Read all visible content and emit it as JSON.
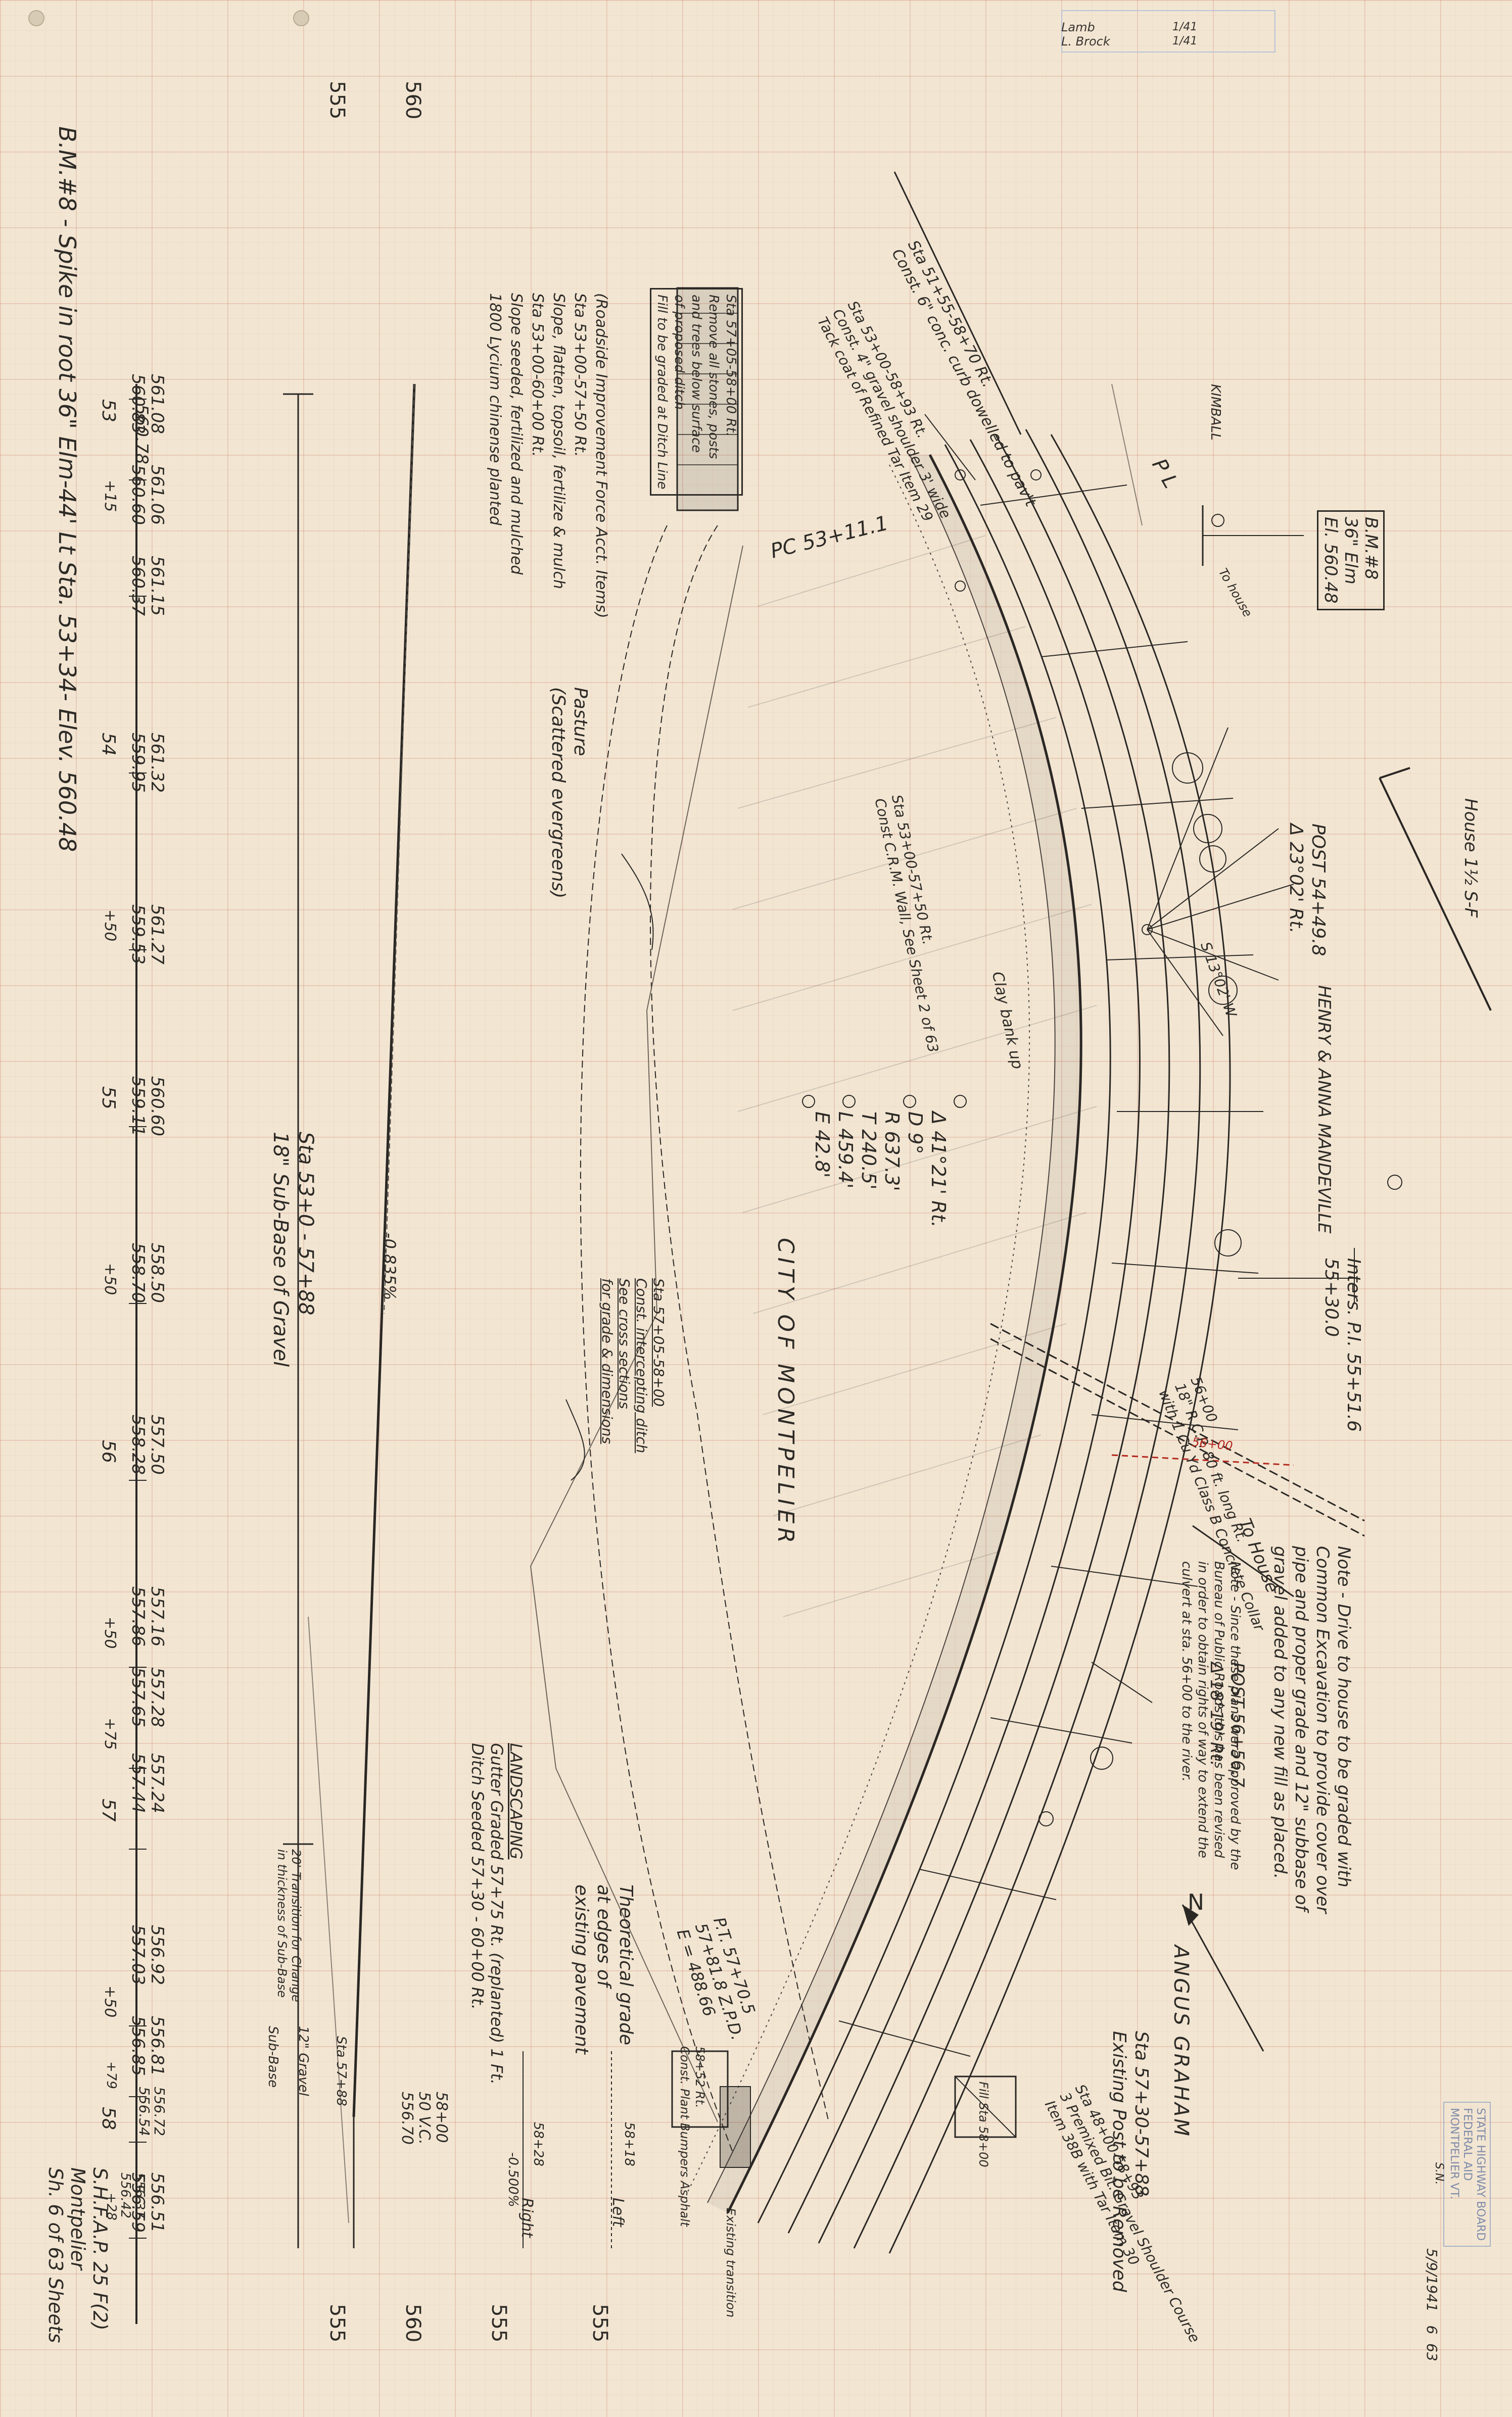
{
  "profile": {
    "bench_mark": "B.M.#8 - Spike in root 36\" Elm-44' Lt Sta. 53+34- Elev. 560.48",
    "elevation_ticks": [
      "560",
      "555"
    ],
    "stations": [
      "53",
      "+15",
      "54",
      "+50",
      "55",
      "+50",
      "56",
      "+50",
      "+75",
      "57",
      "+50",
      "+79",
      "58",
      "+28",
      "+79"
    ],
    "elev_pairs": [
      [
        "561.08",
        "560.83"
      ],
      [
        "560.78",
        ""
      ],
      [
        "561.06",
        "560.60"
      ],
      [
        "561.15",
        "560.37"
      ],
      [
        "561.32",
        "559.95"
      ],
      [
        "561.27",
        "559.53"
      ],
      [
        "560.60",
        "559.11"
      ],
      [
        "558.50",
        "558.70"
      ],
      [
        "557.50",
        "558.28"
      ],
      [
        "557.16",
        "557.86"
      ],
      [
        "557.28",
        "557.65"
      ],
      [
        "557.24",
        "557.44"
      ],
      [
        "556.92",
        "557.03"
      ],
      [
        "556.81",
        "556.85"
      ],
      [
        "556.72",
        "556.54"
      ],
      [
        "556.51",
        "556.59"
      ],
      [
        "556.37",
        "556.42"
      ]
    ],
    "subbase_label": "Sta 53+0 - 57+88",
    "subbase_desc": "18\" Sub-Base of Gravel",
    "grade_pct": "-0.835%",
    "transition_note": "20' Transition for Change in thickness of Sub-Base",
    "subbase_small": "Sub-Base",
    "gravel_12": "12\" Gravel",
    "sta_5788": "Sta 57+88",
    "sta_58": "58+00",
    "grades_right": [
      "556.70",
      "50 V.C."
    ],
    "grade_right_pct": "-0.500%",
    "sheet_ref": [
      "S.H.F.A.P. 25 F(2)",
      "Montpelier",
      "Sh. 6 of 63 Sheets"
    ],
    "theoretical_grade": "Theoretical grade at edges of existing pavement",
    "left_label": "Left",
    "right_label": "Right",
    "sta_5828": "58+28",
    "sta_5818": "58+18"
  },
  "plan": {
    "rw_box": [
      "Sta 57+05-58+00 Rt.",
      "Remove all stones, posts",
      "and trees below surface",
      "of proposed ditch",
      "Fill to be graded at Ditch Line"
    ],
    "roadside": "(Roadside Improvement Force Acct. Items)",
    "roadside_lines": [
      "Sta 53+00-57+50 Rt.",
      "Slope, flatten, topsoil, fertilize & mulch",
      "Sta 53+00-60+00 Rt.",
      "Slope seeded, fertilized and mulched",
      "1800 Lycium chinense planted"
    ],
    "pasture": "Pasture",
    "pasture_sub": "(Scattered evergreens)",
    "pc_label": "PC 53+11.1",
    "sta_curb_1": "Sta 51+55-58+70 Rt.",
    "sta_curb_2": "Const. 6\" conc. curb dowelled to pav't",
    "sta_curb_3": "Sta 53+00-58+93 Rt.",
    "sta_curb_4": "Const. 4\" gravel shoulder 3' wide",
    "sta_curb_5": "Tack coat of Refined Tar Item 29",
    "kimball": "KIMBALL",
    "pl": "P    L",
    "bm8_box": [
      "B.M.#8",
      "36\" Elm",
      "El. 560.48"
    ],
    "to_house": "To house",
    "house_note": "House 1½ S-F",
    "post_label": "POST 54+49.8",
    "post_delta": "Δ 23°02' Rt.",
    "henry": "HENRY & ANNA MANDEVILLE",
    "bearing": "S 13°02' W",
    "wall_note_1": "Sta 53+00-57+50 Rt.",
    "wall_note_2": "Const C.R.M. Wall, See Sheet 2 of 63",
    "clay": "Clay bank up",
    "curve_data": [
      "Δ 41°21' Rt.",
      "D 9°",
      "R 637.3'",
      "T 240.5'",
      "L 459.4'",
      "E 42.8'"
    ],
    "city": "CITY OF MONTPELIER",
    "ditch_box": [
      "Sta 57+05-58+00",
      "Const. intercepting ditch",
      "See cross sections",
      "for grade & dimensions"
    ],
    "inters": "Inters. P.I. 55+51.6",
    "inters2": "55+30.0",
    "sta_5600": "56+00",
    "rcp": "18\" R.C.P. 80 ft. long Rt.",
    "rcp2": "with 1 Cu Yd Class B Concrete Collar",
    "to_house_2": "To House",
    "note_drive": [
      "Note - Drive to house to be graded with",
      "Common Excavation to provide cover over",
      "pipe and proper grade and 12\" subbase of",
      "gravel added to any new fill as placed."
    ],
    "note_since": [
      "Note - Since these plans were approved by the",
      "Bureau of Public Roads this has been revised",
      "in order to obtain rights of way to extend the",
      "culvert at sta. 56+00 to the river."
    ],
    "post2": "POST 56+56.7",
    "post2_delta": "Δ 18°19' Rt.",
    "north": "N",
    "angus": "ANGUS GRAHAM",
    "remove": "Sta 57+30-57+88",
    "remove2": "Existing Post to be Removed",
    "bit_1": "Sta 48+00-58+93",
    "bit_2": "3 Premixed Bit. Gravel Shoulder Course",
    "bit_3": "Item 38B with Tar Item 30",
    "pt_label": "P.T. 57+70.5",
    "pt_sub": [
      "57+81.8 Z.P.D.",
      "E = 488.66"
    ],
    "landscaping": "LANDSCAPING",
    "land_1": "Gutter Graded 57+75 Rt. (replanted) 1 Ft.",
    "land_2": "Ditch Seeded 57+30 - 60+00 Rt.",
    "fill_sta": "Fill Sta 58+00",
    "shoulder_note": "Const. Plant Bumpers Asphalt",
    "curb_sta": "58+52 Rt.",
    "existing_t": "Existing transition"
  },
  "title_block": {
    "top_right": [
      "Lamb",
      "L. Brock"
    ],
    "top_right_dates": [
      "1/41",
      "1/41"
    ],
    "stamp": [
      "STATE HIGHWAY BOARD",
      "FEDERAL AID",
      "MONTPELIER VT."
    ],
    "sheet_no": [
      "5/9/1941",
      "6",
      "63"
    ],
    "sn": "S.N."
  }
}
